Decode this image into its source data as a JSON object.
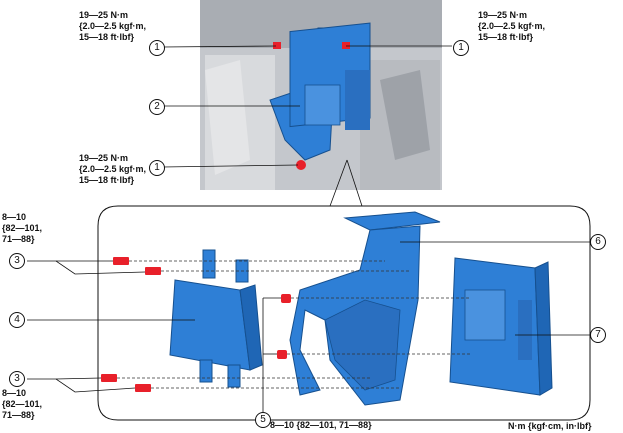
{
  "torque_top_left": "19—25 N·m\n{2.0—2.5 kgf·m,\n15—18 ft·lbf}",
  "torque_top_right": "19—25 N·m\n{2.0—2.5 kgf·m,\n15—18 ft·lbf}",
  "torque_mid_left": "19—25 N·m\n{2.0—2.5 kgf·m,\n15—18 ft·lbf}",
  "torque_upper_small": "8—10\n{82—101,\n71—88}",
  "torque_lower_small": "8—10\n{82—101,\n71—88}",
  "torque_bottom_center": "8—10 {82—101, 71—88}",
  "units_note": "N·m {kgf·cm, in·lbf}",
  "callouts": {
    "c1a": "1",
    "c1b": "1",
    "c1c": "1",
    "c2": "2",
    "c3a": "3",
    "c3b": "3",
    "c4": "4",
    "c5": "5",
    "c6": "6",
    "c7": "7"
  },
  "colors": {
    "part_blue": "#2e7fd6",
    "bolt_red": "#e8202a",
    "photo_gray": "#c9ccd0"
  }
}
